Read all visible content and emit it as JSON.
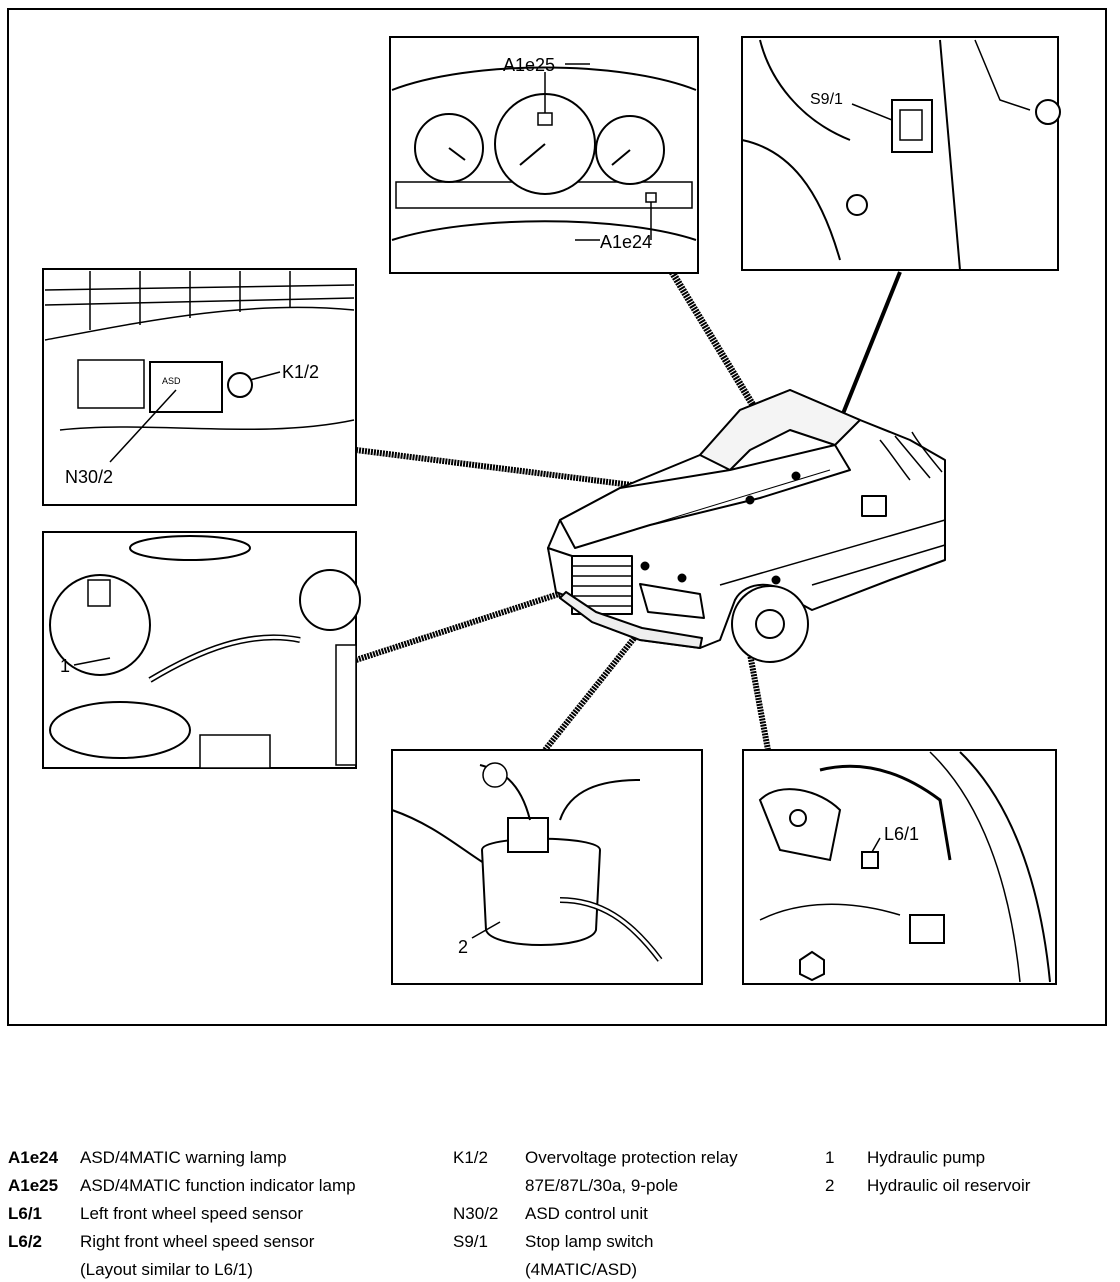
{
  "callouts": {
    "a1e25": "A1e25",
    "a1e24": "A1e24",
    "s9_1": "S9/1",
    "k1_2": "K1/2",
    "n30_2": "N30/2",
    "one": "1",
    "two": "2",
    "l6_1": "L6/1",
    "asd_tag": "ASD"
  },
  "legend": {
    "col1": [
      {
        "code": "A1e24",
        "desc": "ASD/4MATIC warning lamp"
      },
      {
        "code": "A1e25",
        "desc": "ASD/4MATIC function indicator lamp"
      },
      {
        "code": "L6/1",
        "desc": "Left front wheel speed sensor"
      },
      {
        "code": "L6/2",
        "desc": "Right front wheel speed sensor"
      },
      {
        "code": "",
        "desc": "(Layout similar to L6/1)"
      }
    ],
    "col2": [
      {
        "code": "K1/2",
        "desc": "Overvoltage protection relay"
      },
      {
        "code": "",
        "desc": "87E/87L/30a, 9-pole"
      },
      {
        "code": "N30/2",
        "desc": "ASD control unit"
      },
      {
        "code": "S9/1",
        "desc": "Stop lamp switch"
      },
      {
        "code": "",
        "desc": "(4MATIC/ASD)"
      }
    ],
    "col3": [
      {
        "code": "1",
        "desc": "Hydraulic pump"
      },
      {
        "code": "2",
        "desc": "Hydraulic oil reservoir"
      }
    ]
  }
}
